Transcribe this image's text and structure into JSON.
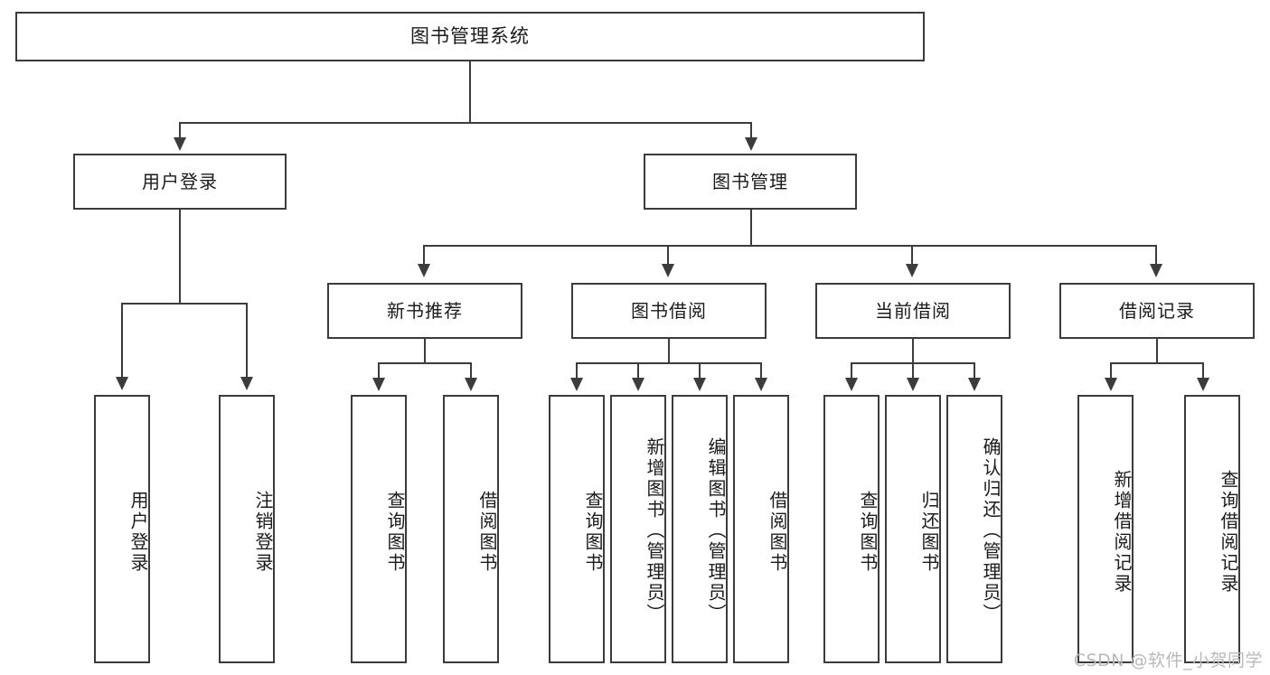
{
  "diagram": {
    "title": "图书管理系统",
    "type": "tree",
    "root": {
      "label": "图书管理系统"
    },
    "level2": [
      {
        "label": "用户登录"
      },
      {
        "label": "图书管理"
      }
    ],
    "level3": [
      {
        "label": "新书推荐"
      },
      {
        "label": "图书借阅"
      },
      {
        "label": "当前借阅"
      },
      {
        "label": "借阅记录"
      }
    ],
    "leaves": {
      "user_login": [
        {
          "label": "用户登录"
        },
        {
          "label": "注销登录"
        }
      ],
      "new_book_recommend": [
        {
          "label": "查询图书"
        },
        {
          "label": "借阅图书"
        }
      ],
      "book_borrow": [
        {
          "label": "查询图书"
        },
        {
          "label": "新增图书（管理员）"
        },
        {
          "label": "编辑图书（管理员）"
        },
        {
          "label": "借阅图书"
        }
      ],
      "current_borrow": [
        {
          "label": "查询图书"
        },
        {
          "label": "归还图书"
        },
        {
          "label": "确认归还（管理员）"
        }
      ],
      "borrow_record": [
        {
          "label": "新增借阅记录"
        },
        {
          "label": "查询借阅记录"
        }
      ]
    }
  },
  "watermark": {
    "text": "CSDN @软件_小贺同学"
  },
  "colors": {
    "stroke": "#3c3c3c",
    "fill": "#ffffff",
    "text": "#1b1b1b",
    "watermark": "#b9b9b9"
  }
}
